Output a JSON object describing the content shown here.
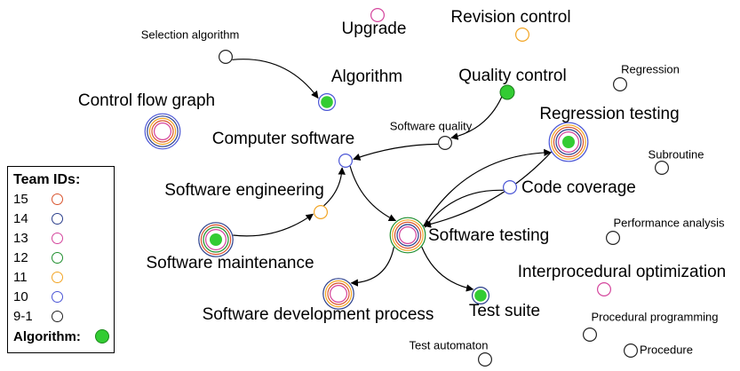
{
  "colors": {
    "id15": "#d9542e",
    "id14": "#2b3f8c",
    "id13": "#d4449c",
    "id12": "#1f8f2e",
    "id11": "#f2a524",
    "id10": "#4a55d6",
    "id9_1": "#222222",
    "algorithm": "#33cc33"
  },
  "legend": {
    "title": "Team IDs:",
    "rows": [
      "15",
      "14",
      "13",
      "12",
      "11",
      "10",
      "9-1"
    ],
    "algorithm_label": "Algorithm:"
  },
  "nodes": [
    {
      "id": "selection_algorithm",
      "label": "Selection algorithm",
      "rings": [
        "id9_1"
      ],
      "algorithm": false
    },
    {
      "id": "upgrade",
      "label": "Upgrade",
      "rings": [
        "id13"
      ],
      "algorithm": false
    },
    {
      "id": "revision_control",
      "label": "Revision control",
      "rings": [
        "id11"
      ],
      "algorithm": false
    },
    {
      "id": "algorithm",
      "label": "Algorithm",
      "rings": [
        "id10"
      ],
      "algorithm": true
    },
    {
      "id": "quality_control",
      "label": "Quality control",
      "rings": [],
      "algorithm": true
    },
    {
      "id": "regression",
      "label": "Regression",
      "rings": [
        "id9_1"
      ],
      "algorithm": false
    },
    {
      "id": "control_flow_graph",
      "label": "Control flow graph",
      "rings": [
        "id10",
        "id14",
        "id11",
        "id15",
        "id13"
      ],
      "algorithm": false
    },
    {
      "id": "software_quality",
      "label": "Software quality",
      "rings": [
        "id9_1"
      ],
      "algorithm": false
    },
    {
      "id": "regression_testing",
      "label": "Regression testing",
      "rings": [
        "id10",
        "id11",
        "id15",
        "id14",
        "id13"
      ],
      "algorithm": true
    },
    {
      "id": "computer_software",
      "label": "Computer software",
      "rings": [
        "id10"
      ],
      "algorithm": false
    },
    {
      "id": "subroutine",
      "label": "Subroutine",
      "rings": [
        "id9_1"
      ],
      "algorithm": false
    },
    {
      "id": "software_engineering",
      "label": "Software engineering",
      "rings": [
        "id11"
      ],
      "algorithm": false
    },
    {
      "id": "code_coverage",
      "label": "Code coverage",
      "rings": [
        "id10"
      ],
      "algorithm": false
    },
    {
      "id": "performance_analysis",
      "label": "Performance analysis",
      "rings": [
        "id9_1"
      ],
      "algorithm": false
    },
    {
      "id": "software_maintenance",
      "label": "Software maintenance",
      "rings": [
        "id14",
        "id15",
        "id12",
        "id13"
      ],
      "algorithm": true
    },
    {
      "id": "software_testing",
      "label": "Software testing",
      "rings": [
        "id12",
        "id11",
        "id15",
        "id14",
        "id13"
      ],
      "algorithm": false
    },
    {
      "id": "interprocedural_optimization",
      "label": "Interprocedural optimization",
      "rings": [
        "id13"
      ],
      "algorithm": false
    },
    {
      "id": "software_development_process",
      "label": "Software development process",
      "rings": [
        "id14",
        "id11",
        "id15",
        "id13"
      ],
      "algorithm": false
    },
    {
      "id": "test_suite",
      "label": "Test suite",
      "rings": [
        "id14"
      ],
      "algorithm": true
    },
    {
      "id": "procedural_programming",
      "label": "Procedural programming",
      "rings": [
        "id9_1"
      ],
      "algorithm": false
    },
    {
      "id": "procedure",
      "label": "Procedure",
      "rings": [
        "id9_1"
      ],
      "algorithm": false
    },
    {
      "id": "test_automaton",
      "label": "Test automaton",
      "rings": [
        "id9_1"
      ],
      "algorithm": false
    }
  ],
  "edges": [
    {
      "from": "selection_algorithm",
      "to": "algorithm"
    },
    {
      "from": "quality_control",
      "to": "software_quality"
    },
    {
      "from": "software_quality",
      "to": "computer_software"
    },
    {
      "from": "software_engineering",
      "to": "computer_software"
    },
    {
      "from": "software_maintenance",
      "to": "software_engineering"
    },
    {
      "from": "computer_software",
      "to": "software_testing"
    },
    {
      "from": "code_coverage",
      "to": "software_testing"
    },
    {
      "from": "software_testing",
      "to": "regression_testing"
    },
    {
      "from": "regression_testing",
      "to": "software_testing"
    },
    {
      "from": "software_testing",
      "to": "software_development_process"
    },
    {
      "from": "software_testing",
      "to": "test_suite"
    }
  ]
}
